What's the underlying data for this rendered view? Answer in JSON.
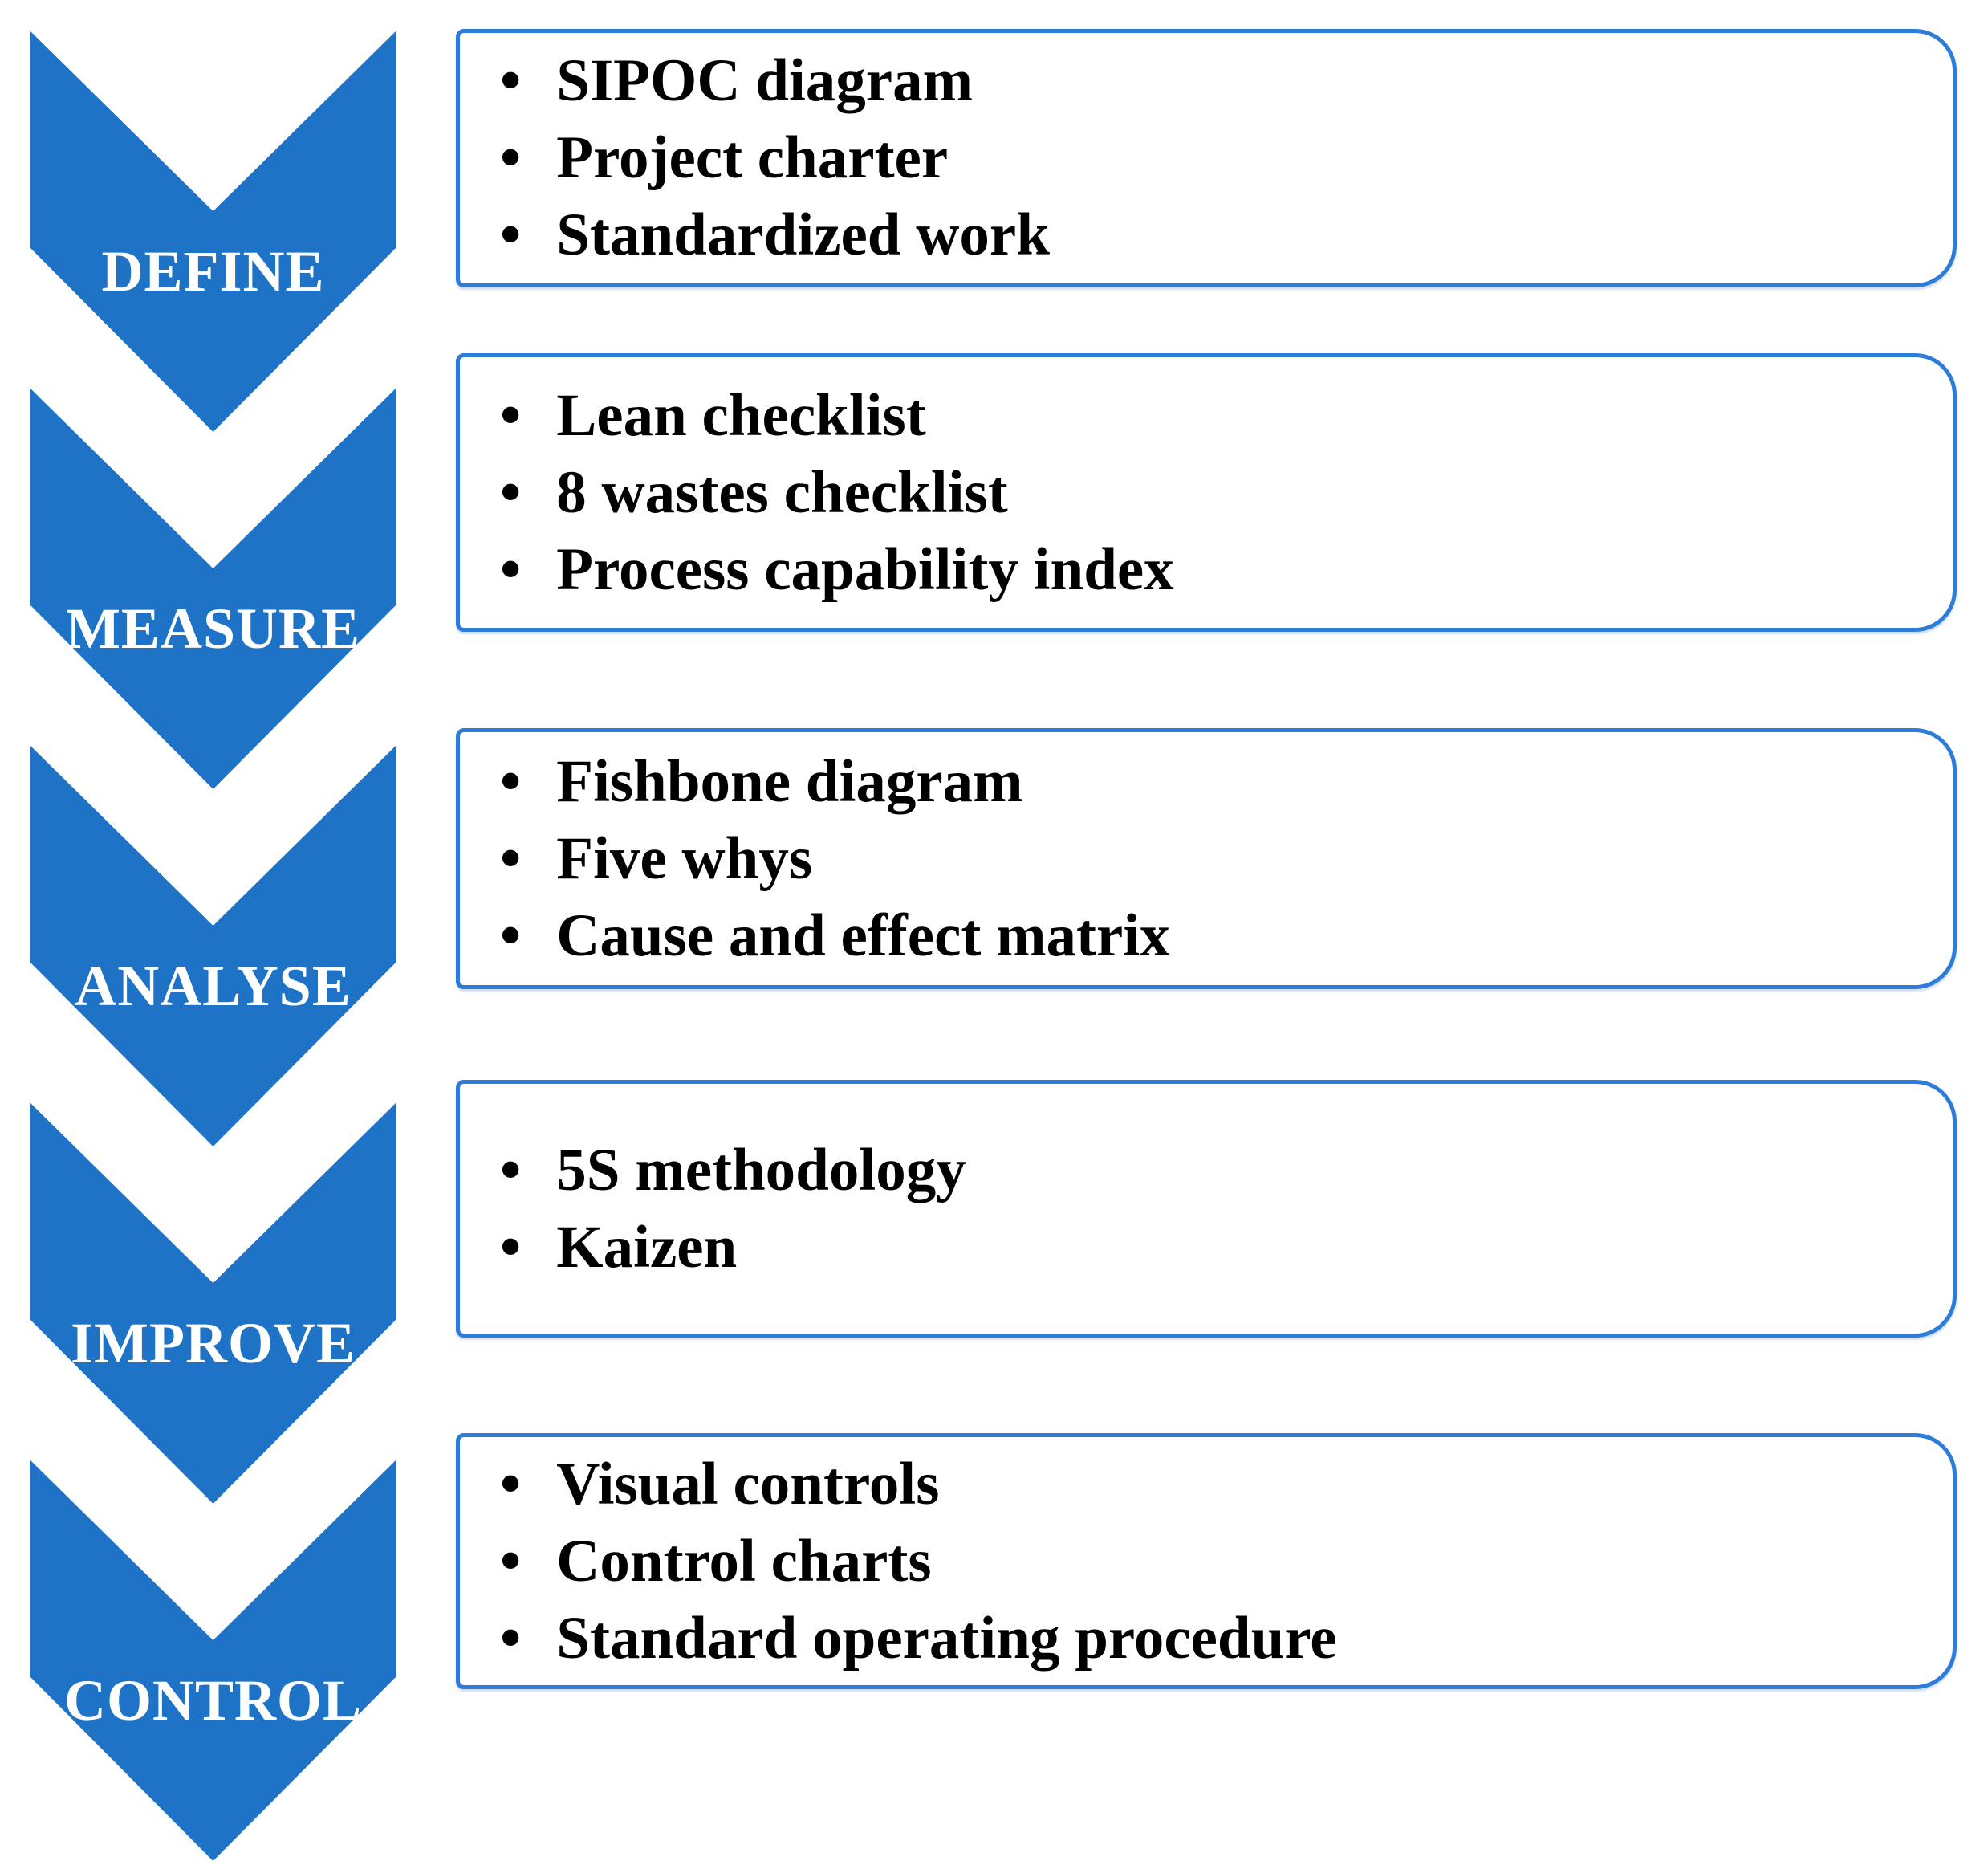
{
  "diagram": {
    "type": "dmaic-process-chevron-list",
    "stages": [
      {
        "label": "DEFINE",
        "items": [
          "SIPOC diagram",
          "Project charter",
          "Standardized work"
        ]
      },
      {
        "label": "MEASURE",
        "items": [
          "Lean checklist",
          "8 wastes checklist",
          "Process capability index"
        ]
      },
      {
        "label": "ANALYSE",
        "items": [
          "Fishbone diagram",
          "Five whys",
          "Cause and effect matrix"
        ]
      },
      {
        "label": "IMPROVE",
        "items": [
          "5S methodology",
          "Kaizen"
        ]
      },
      {
        "label": "CONTROL",
        "items": [
          "Visual controls",
          "Control charts",
          "Standard operating procedure"
        ]
      }
    ]
  },
  "bullet_glyph": "•",
  "colors": {
    "chevron_fill": "#1E73C7",
    "box_border": "#2E7CD9",
    "label_text": "#FFFFFF",
    "item_text": "#000000",
    "background": "#FFFFFF"
  }
}
